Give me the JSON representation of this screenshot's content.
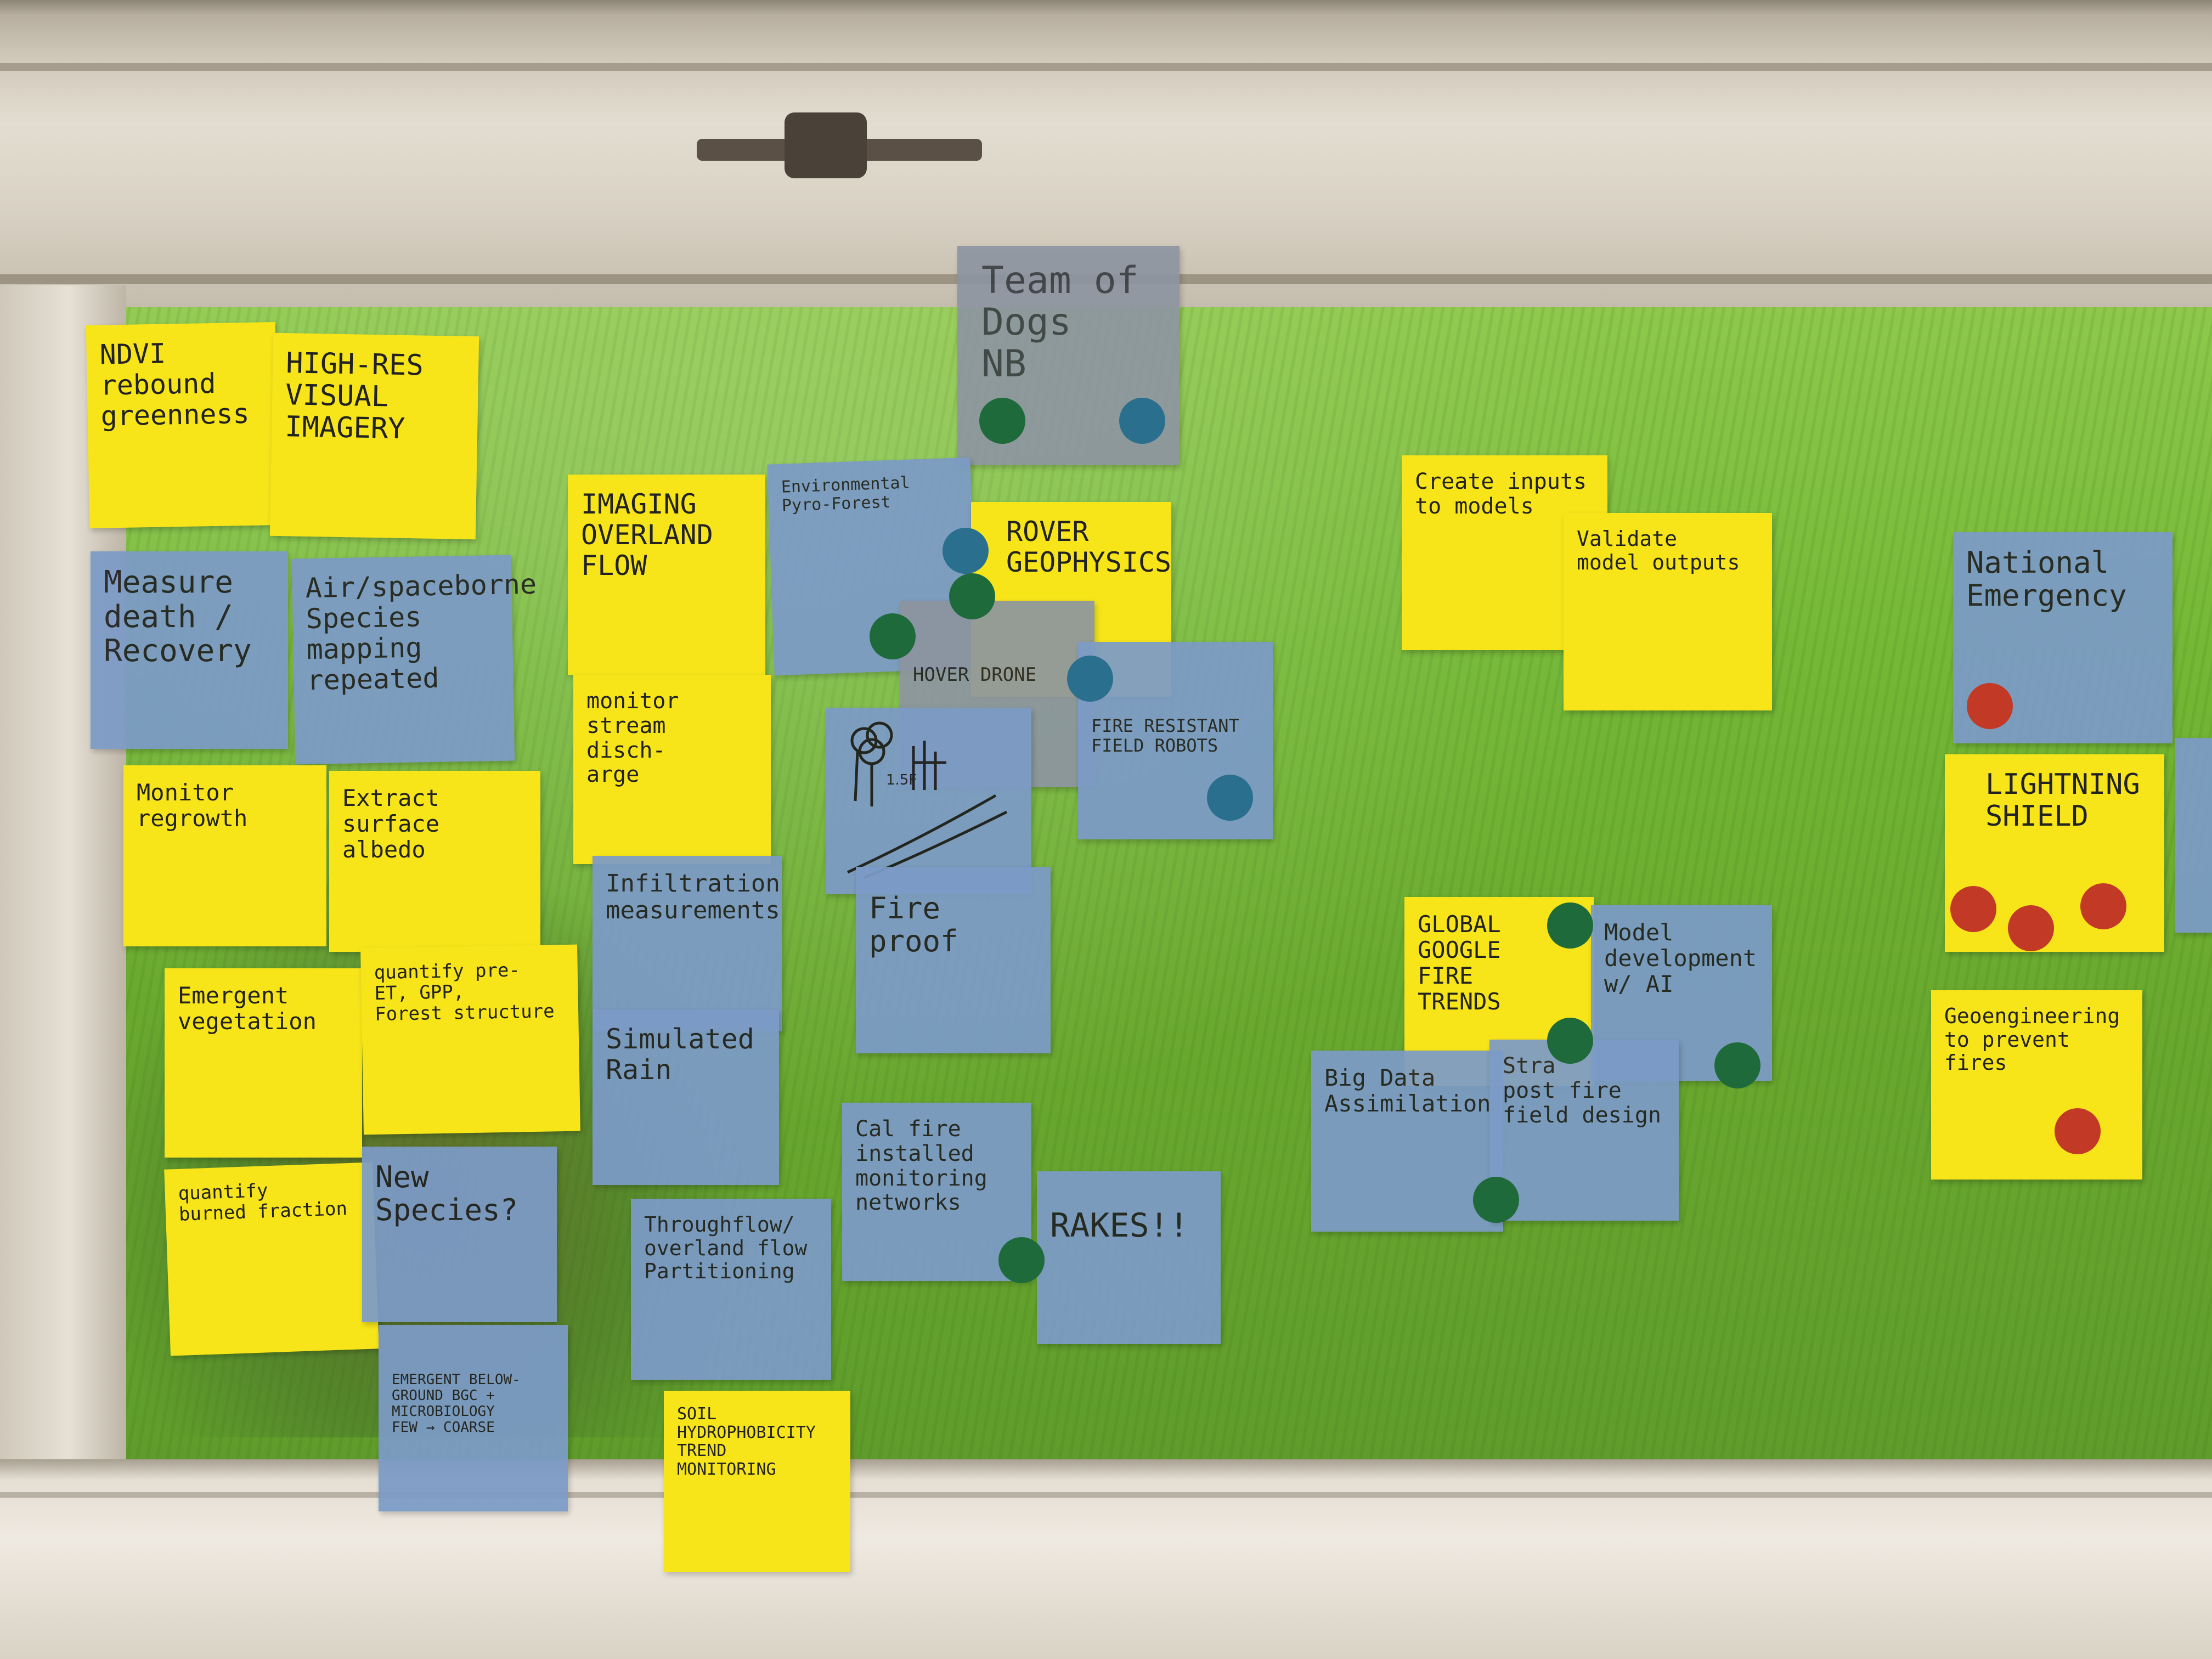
{
  "colors": {
    "yellow_note": "#f7e51a",
    "blue_note": "#7c9bc7",
    "grey_note": "#8d95a0",
    "green_dot": "#1f6a3a",
    "teal_dot": "#2b6f8f",
    "red_dot": "#c23a26"
  },
  "notes": {
    "team_of_dogs": "Team of\nDogs\nNB",
    "ndvi": "NDVI\nrebound\ngreenness",
    "high_res": "HIGH-RES\nVISUAL\nIMAGERY",
    "imaging_overland": "IMAGING\nOVERLAND\nFLOW",
    "environmental": "Environmental\nPyro-Forest",
    "rover": "ROVER\nGEOPHYSICS",
    "create_inputs": "Create inputs\nto models",
    "validate": "Validate\nmodel outputs",
    "national_emergency": "National\nEmergency",
    "measure_death": "Measure\ndeath /\nRecovery",
    "air_species": "Air/spaceborne\nSpecies\nmapping\nrepeated",
    "hover_drone": "HOVER DRONE",
    "fire_resistant": "FIRE RESISTANT\nFIELD ROBOTS",
    "monitor_stream": "monitor\nstream disch-\narge",
    "monitor_regrowth": "Monitor\nregrowth",
    "extract_albedo": "Extract\nsurface\nalbedo",
    "lightning_shield": "LIGHTNING\nSHIELD",
    "infiltration": "Infiltration\nmeasurements",
    "fire_proof": "Fire proof",
    "global_google": "GLOBAL\nGOOGLE\nFIRE\nTRENDS",
    "model_dev": "Model\ndevelopment\nw/ AI",
    "emergent_veg": "Emergent\nvegetation",
    "quantify_et": "quantify pre-\nET, GPP,\nForest structure",
    "geoengineering": "Geoengineering\nto prevent\nfires",
    "simulated_rain": "Simulated\nRain",
    "big_data": "Big Data\nAssimilation",
    "strat_post_fire": "Stra\npost fire\nfield design",
    "cal_fire": "Cal fire\ninstalled\nmonitoring\nnetworks",
    "quantify_burned": "quantify\nburned fraction",
    "new_species": "New\nSpecies?",
    "throughflow": "Throughflow/\noverland flow\nPartitioning",
    "rakes": "RAKES!!",
    "emergent_below": "EMERGENT BELOW-\nGROUND BGC +\nMICROBIOLOGY\nFEW → COARSE",
    "soil_hydro": "SOIL\nHYDROPHOBICITY\nTREND\nMONITORING"
  }
}
